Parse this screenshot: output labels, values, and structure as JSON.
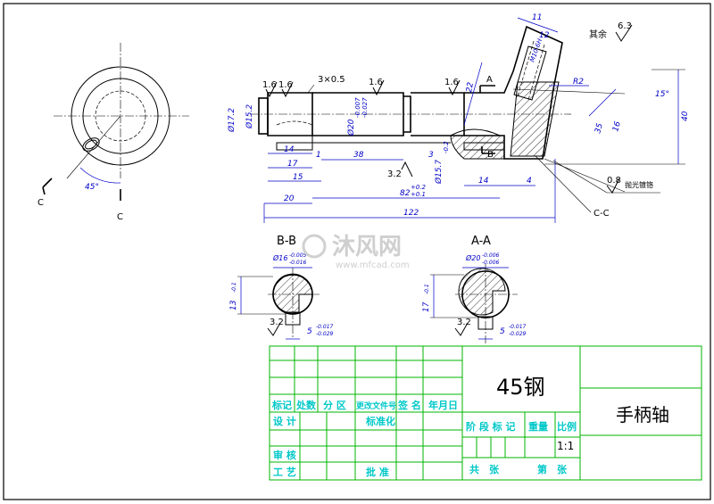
{
  "drawing": {
    "material": "45钢",
    "part_name": "手柄轴",
    "scale": "1:1",
    "other_roughness_label": "其余",
    "other_roughness_value": "6.3",
    "watermark_cn": "沐风网",
    "watermark_url": "www.mfcad.com",
    "views": {
      "bb_title": "B-B",
      "aa_title": "A-A",
      "cc_label": "C-C",
      "c_label": "C",
      "angle_45": "45°"
    },
    "dimensions": {
      "chamfer": "3×0.5",
      "dia_172": "Ø17.2",
      "dia_152": "Ø15.2",
      "dia_20": "Ø20",
      "tol_20_up": "-0.007",
      "tol_20_dn": "-0.027",
      "dia_157": "Ø15.7",
      "tol_157": "-0.2",
      "len_14a": "14",
      "len_17": "17",
      "len_15": "15",
      "len_20": "20",
      "len_1": "1",
      "len_38": "38",
      "len_3": "3",
      "len_82": "82",
      "tol_82_up": "+0.2",
      "tol_82_dn": "+0.1",
      "len_14b": "14",
      "len_4": "4",
      "len_122": "122",
      "len_11": "11",
      "len_12": "12",
      "m10": "M10-6H",
      "r2": "R2",
      "deg15": "15°",
      "len_40": "40",
      "len_22": "22",
      "len_35": "35",
      "len_16": "16",
      "rough_16a": "1.6",
      "rough_16b": "1.6",
      "rough_16c": "1.6",
      "rough_16d": "1.6",
      "rough_32a": "3.2",
      "rough_08": "0.8",
      "polish_note": "抛光镀铬",
      "a_mark": "A",
      "b_mark": "B",
      "bb_dia": "Ø16",
      "bb_dia_tol_up": "-0.005",
      "bb_dia_tol_dn": "-0.016",
      "bb_depth": "13",
      "bb_depth_tol": "-0.1",
      "bb_width": "5",
      "bb_width_tol_up": "-0.017",
      "bb_width_tol_dn": "-0.029",
      "bb_rough": "3.2",
      "aa_dia": "Ø20",
      "aa_dia_tol_up": "-0.006",
      "aa_dia_tol_dn": "-0.006",
      "aa_depth": "17",
      "aa_depth_tol": "-0.1",
      "aa_width": "5",
      "aa_width_tol_up": "-0.017",
      "aa_width_tol_dn": "-0.029",
      "aa_rough": "3.2"
    },
    "title_block": {
      "h_mark": "标记",
      "h_count": "处数",
      "h_zone": "分 区",
      "h_doc": "更改文件号",
      "h_sign": "签 名",
      "h_date": "年月日",
      "design": "设 计",
      "standard": "标准化",
      "stage": "阶 段 标 记",
      "weight": "重量",
      "ratio": "比例",
      "review": "审 核",
      "process": "工 艺",
      "approve": "批 准",
      "total": "共　张",
      "sheet": "第　张"
    }
  }
}
